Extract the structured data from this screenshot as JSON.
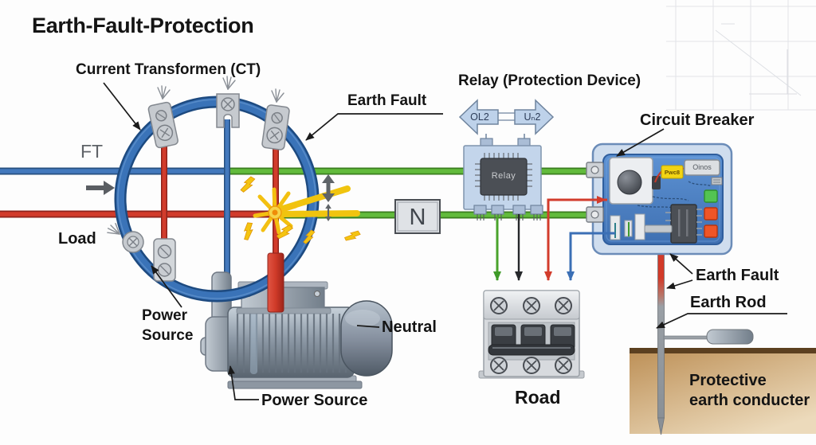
{
  "title": "Earth-Fault-Protection",
  "labels": {
    "ct": "Current Transformen (CT)",
    "earth_fault_top": "Earth Fault",
    "relay_device": "Relay (Protection Device)",
    "circuit_breaker": "Circuit Breaker",
    "ft": "FT",
    "load": "Load",
    "power_source_left": {
      "line1": "Power",
      "line2": "Source"
    },
    "neutral": "Neutral",
    "power_source_bottom": "Power Source",
    "road": "Road",
    "earth_fault_right": "Earth Fault",
    "earth_rod": "Earth Rod",
    "protective": {
      "line1": "Protective",
      "line2": "earth conducter"
    }
  },
  "components": {
    "relay_chip": "Relay",
    "relay_arrow_left": "OL2",
    "relay_arrow_right": "Uₙ2",
    "neutral_box": "N",
    "cb_display": "Oinos",
    "cb_power_tag": "Pwc8"
  },
  "colors": {
    "wire_blue": "#3a73b8",
    "wire_red": "#d23c2c",
    "wire_green": "#62bb3c",
    "fault_yellow": "#f3c011",
    "relay_fill": "#c3d5eb",
    "breaker_panel": "#4a7fc1",
    "ground_tan": "#c49a66",
    "label_black": "#141414"
  }
}
